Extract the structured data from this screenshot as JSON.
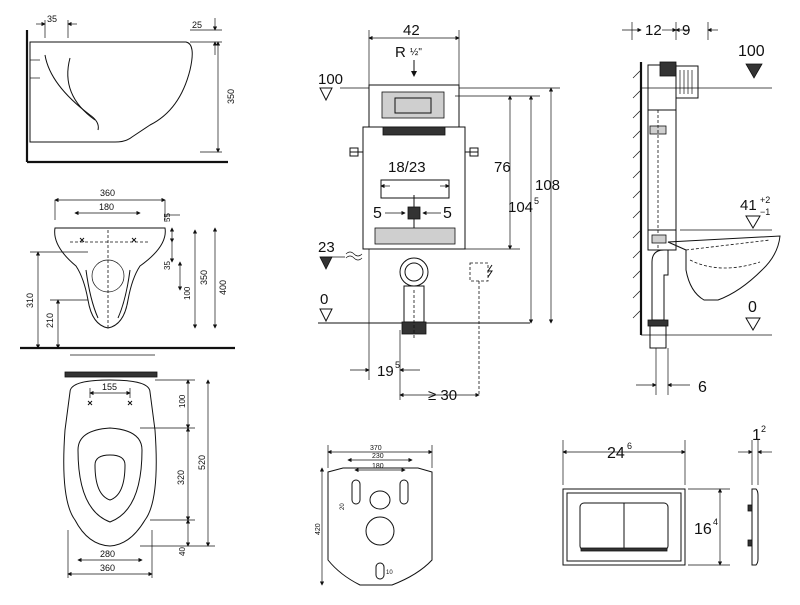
{
  "toilet_side": {
    "d35": "35",
    "d25": "25",
    "d350": "350"
  },
  "toilet_front": {
    "d360": "360",
    "d180": "180",
    "d55": "55",
    "d35": "35",
    "d100": "100",
    "d350": "350",
    "d400": "400",
    "d310": "310",
    "d210": "210"
  },
  "toilet_top": {
    "d155": "155",
    "d100": "100",
    "d320": "320",
    "d520": "520",
    "d280": "280",
    "d360": "360",
    "d40": "40"
  },
  "frame_front": {
    "d42": "42",
    "thread": "R",
    "thread_frac": "½\"",
    "level100": "100",
    "d76": "76",
    "d108": "108",
    "d104": "104",
    "d104_sup": "5",
    "d18_23": "18/23",
    "d5_left": "5",
    "d5_right": "5",
    "level23": "23",
    "level0": "0",
    "d19": "19",
    "d19_sup": "5",
    "d30": "≥ 30"
  },
  "frame_side": {
    "d12": "12",
    "d9": "9",
    "level100": "100",
    "d41": "41",
    "d41_plus": "+2",
    "d41_minus": "−1",
    "level0": "0",
    "d6": "6"
  },
  "soundproof_plate": {
    "d370": "370",
    "d230": "230",
    "d180": "180",
    "d420": "420",
    "d20": "20",
    "d10": "10"
  },
  "flush_plate": {
    "d24": "24",
    "d24_sup": "6",
    "d1": "1",
    "d1_sup": "2",
    "d16": "16",
    "d16_sup": "4"
  }
}
